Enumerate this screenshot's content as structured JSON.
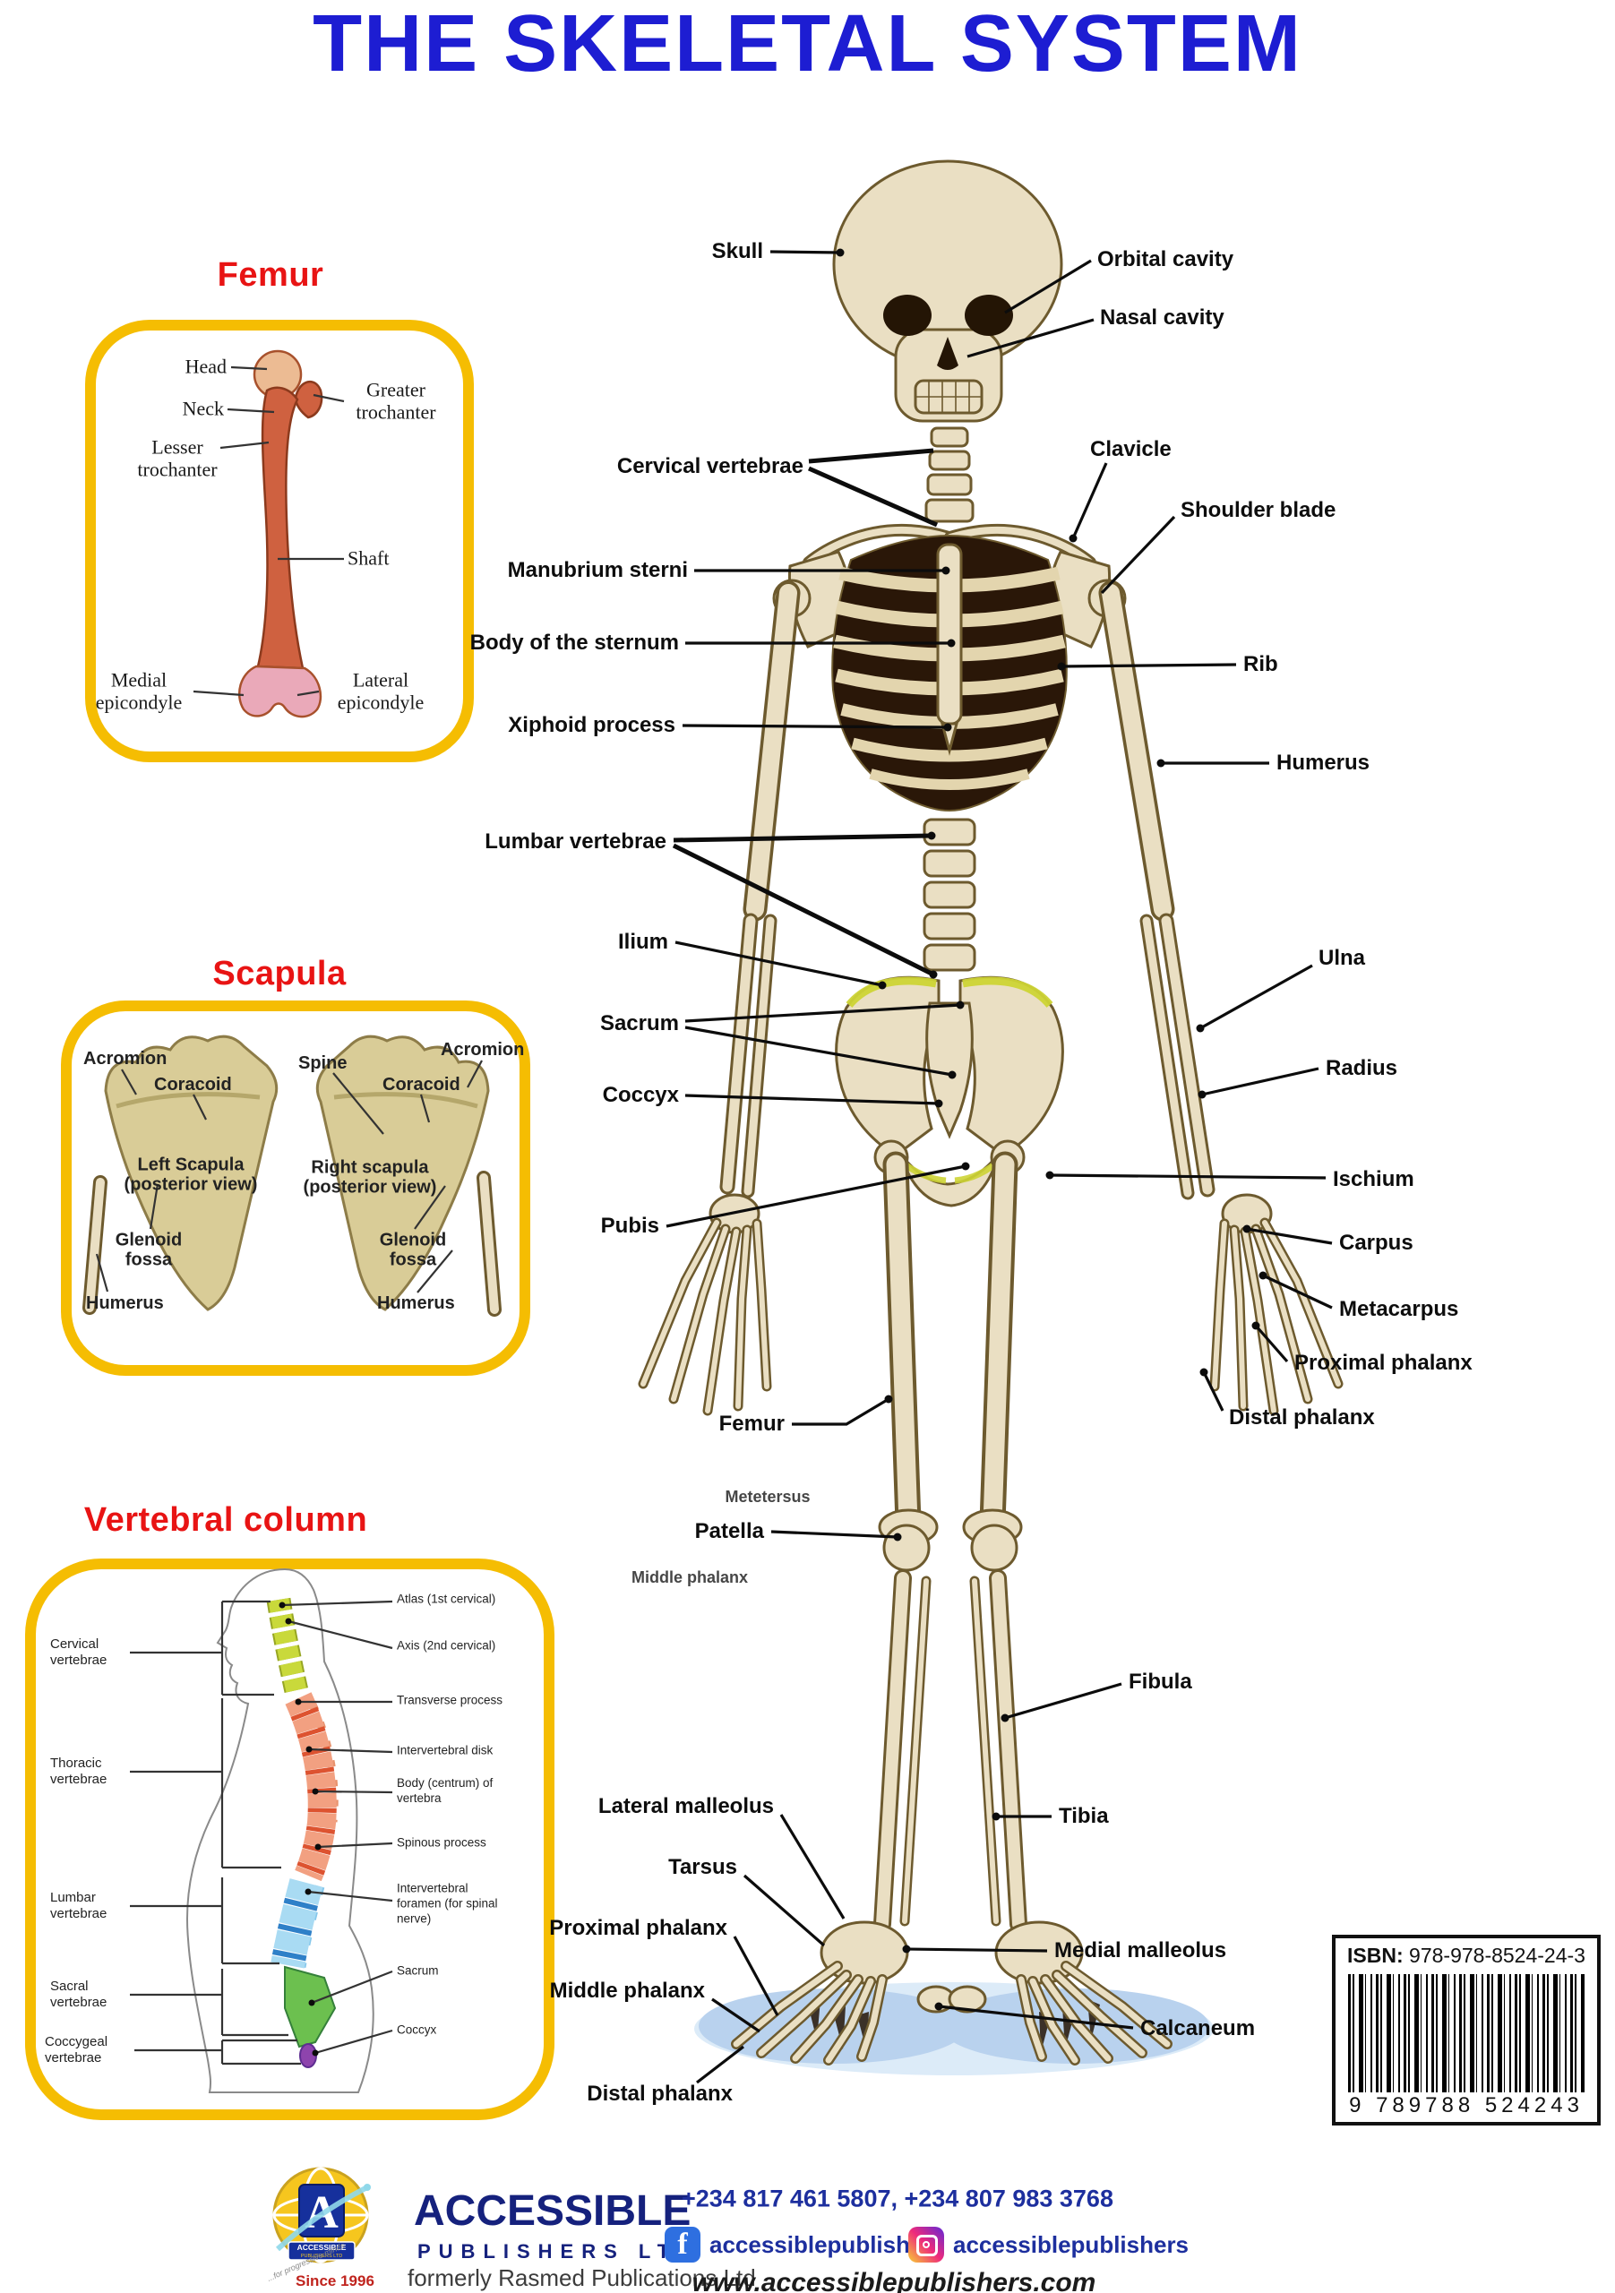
{
  "title": "THE SKELETAL SYSTEM",
  "insets": {
    "femur": {
      "title": "Femur",
      "labels": {
        "head": "Head",
        "neck": "Neck",
        "lesser_trochanter": "Lesser trochanter",
        "greater_trochanter": "Greater trochanter",
        "shaft": "Shaft",
        "medial_epicondyle": "Medial epicondyle",
        "lateral_epicondyle": "Lateral epicondyle"
      }
    },
    "scapula": {
      "title": "Scapula",
      "left": {
        "acromion": "Acromion",
        "coracoid": "Coracoid",
        "name": "Left Scapula (posterior view)",
        "glenoid_fossa": "Glenoid fossa",
        "humerus": "Humerus"
      },
      "right": {
        "spine": "Spine",
        "coracoid": "Coracoid",
        "acromion": "Acromion",
        "name": "Right scapula (posterior view)",
        "glenoid_fossa": "Glenoid fossa",
        "humerus": "Humerus"
      }
    },
    "vertebral": {
      "title": "Vertebral column",
      "left": {
        "cervical": "Cervical vertebrae",
        "thoracic": "Thoracic vertebrae",
        "lumbar": "Lumbar vertebrae",
        "sacral": "Sacral vertebrae",
        "coccygeal": "Coccygeal vertebrae"
      },
      "right": {
        "atlas": "Atlas (1st cervical)",
        "axis": "Axis (2nd cervical)",
        "transverse_process": "Transverse process",
        "intervertebral_disk": "Intervertebral disk",
        "body_of_vertebra": "Body (centrum) of vertebra",
        "spinous_process": "Spinous process",
        "intervertebral_foramen": "Intervertebral foramen (for spinal nerve)",
        "sacrum": "Sacrum",
        "coccyx": "Coccyx"
      }
    }
  },
  "skeleton": {
    "left": {
      "skull": "Skull",
      "cervical_vertebrae": "Cervical vertebrae",
      "manubrium_sterni": "Manubrium sterni",
      "body_of_sternum": "Body of the sternum",
      "xiphoid_process": "Xiphoid process",
      "lumbar_vertebrae": "Lumbar vertebrae",
      "ilium": "Ilium",
      "sacrum": "Sacrum",
      "coccyx": "Coccyx",
      "pubis": "Pubis",
      "femur": "Femur",
      "metatarsus_note": "Metetersus",
      "patella": "Patella",
      "middle_phalanx_note": "Middle phalanx",
      "lateral_malleolus": "Lateral malleolus",
      "tarsus": "Tarsus",
      "proximal_phalanx": "Proximal phalanx",
      "middle_phalanx": "Middle phalanx",
      "distal_phalanx": "Distal phalanx"
    },
    "right": {
      "orbital_cavity": "Orbital cavity",
      "nasal_cavity": "Nasal cavity",
      "clavicle": "Clavicle",
      "shoulder_blade": "Shoulder blade",
      "rib": "Rib",
      "humerus": "Humerus",
      "ulna": "Ulna",
      "radius": "Radius",
      "ischium": "Ischium",
      "carpus": "Carpus",
      "metacarpus": "Metacarpus",
      "proximal_phalanx": "Proximal phalanx",
      "distal_phalanx": "Distal phalanx",
      "fibula": "Fibula",
      "tibia": "Tibia",
      "medial_malleolus": "Medial malleolus",
      "calcaneum": "Calcaneum"
    }
  },
  "isbn": {
    "label": "ISBN:",
    "number": "978-978-8524-24-3",
    "barcode_text": "9 789788 524243"
  },
  "footer": {
    "brand": "ACCESSIBLE",
    "brand_sub": "PUBLISHERS LTD",
    "since": "Since 1996",
    "formerly": "formerly Rasmed Publications Ltd",
    "phones": "+234 817 461 5807, +234 807 983 3768",
    "facebook_handle": "accessiblepublishers",
    "instagram_handle": "accessiblepublishers",
    "website": "www.accessiblepublishers.com",
    "logo": {
      "line1": "ACCESSIBLE",
      "line2": "PUBLISHERS LTD",
      "tagline": "...for progressive minds"
    }
  },
  "colors": {
    "title_blue": "#1d1dd2",
    "inset_red": "#e81414",
    "gold_border": "#f5bd02",
    "bone": "#eadfc3"
  }
}
